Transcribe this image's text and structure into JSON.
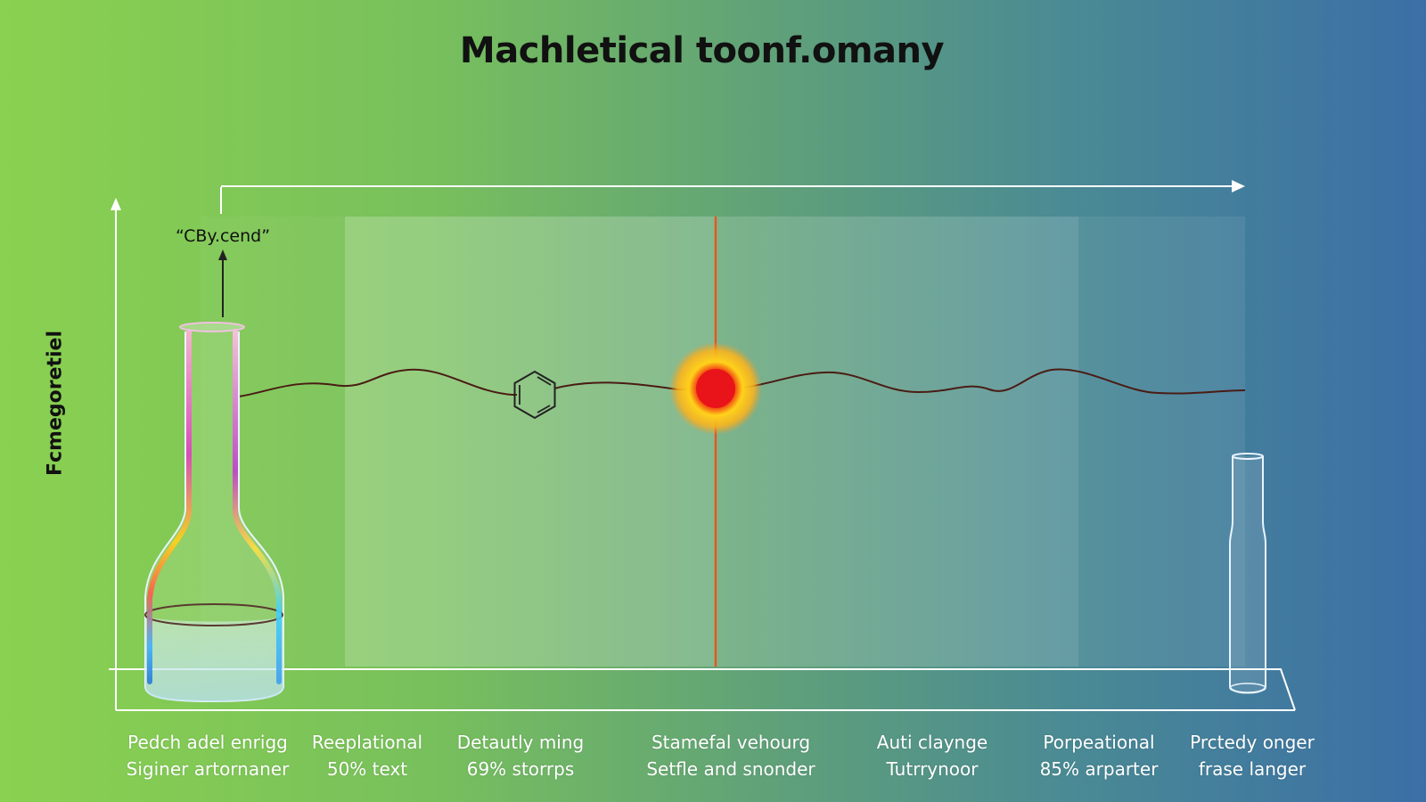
{
  "title": "Machletical toonf.omany",
  "y_axis_label": "Fcmegoretiel",
  "marker_label": "“CBy.cend”",
  "stages": [
    {
      "line1": "Pedch adel enrigg",
      "line2": "Siginer artornaner"
    },
    {
      "line1": "Reeplational",
      "line2": "50% text"
    },
    {
      "line1": "Detautly ming",
      "line2": "69% storrps"
    },
    {
      "line1": "Stamefal vehourg",
      "line2": "Setfle and snonder"
    },
    {
      "line1": "Auti claynge",
      "line2": "Tutrrynoor"
    },
    {
      "line1": "Porpeational",
      "line2": "85% arparter"
    },
    {
      "line1": "Prctedy onger",
      "line2": "frase langer"
    }
  ],
  "icons": [
    "flask-icon",
    "benzene-ring-icon",
    "reaction-hotspot-icon",
    "test-tube-icon"
  ],
  "colors": {
    "background_left": "#8ad150",
    "background_right": "#3b6fa6",
    "curve": "#4a1c14",
    "hotspot_core": "#e8141a",
    "hotspot_glow": "#ffd21a",
    "reaction_line": "#e4571e"
  }
}
